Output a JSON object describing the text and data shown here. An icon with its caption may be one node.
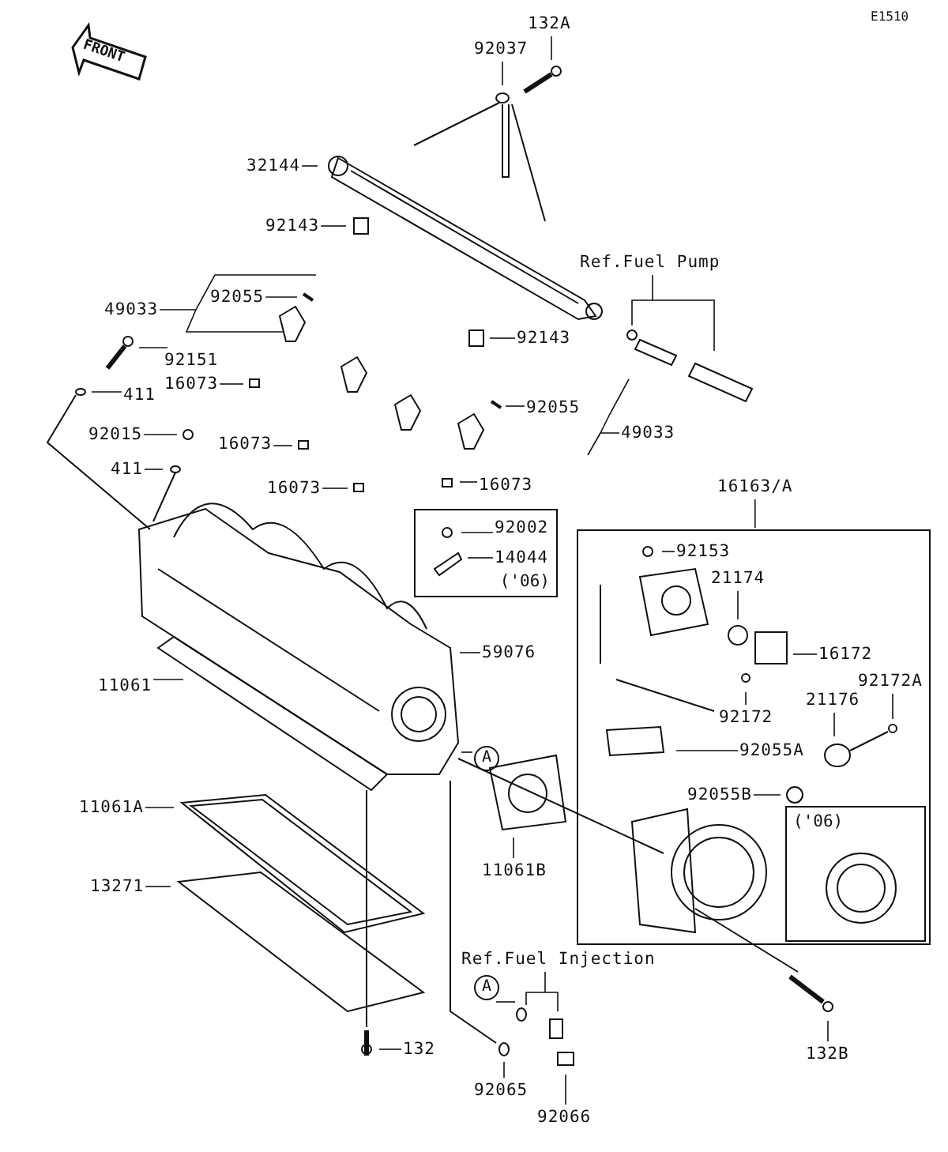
{
  "diagram": {
    "nodes": [
      {
        "text": [
          "132A"
        ]
      },
      {
        "text": [
          "92037"
        ]
      },
      {
        "text": [
          "32144"
        ]
      },
      {
        "text": [
          "92143"
        ]
      },
      {
        "text": [
          "Ref.Fuel Pump"
        ]
      },
      {
        "text": [
          "92055"
        ]
      },
      {
        "text": [
          "49033"
        ]
      },
      {
        "text": [
          "92143"
        ]
      },
      {
        "text": [
          "92151"
        ]
      },
      {
        "text": [
          "16073"
        ]
      },
      {
        "text": [
          "92055"
        ]
      },
      {
        "text": [
          "411"
        ]
      },
      {
        "text": [
          "49033"
        ]
      },
      {
        "text": [
          "92015"
        ]
      },
      {
        "text": [
          "16073"
        ]
      },
      {
        "text": [
          "411"
        ]
      },
      {
        "text": [
          "16163/A"
        ]
      },
      {
        "text": [
          "16073"
        ]
      },
      {
        "text": [
          "16073"
        ]
      },
      {
        "text": [
          "('06)"
        ]
      },
      {
        "text": [
          "92002"
        ],
        "in": 19
      },
      {
        "text": [
          "14044"
        ],
        "in": 19
      },
      {
        "text": [],
        "shape": "box"
      },
      {
        "text": [
          "92153"
        ],
        "in": 22
      },
      {
        "text": [
          "21174"
        ],
        "in": 22
      },
      {
        "text": [
          "59076"
        ]
      },
      {
        "text": [
          "16172"
        ],
        "in": 22
      },
      {
        "text": [
          "92172A"
        ],
        "in": 22
      },
      {
        "text": [
          "11061"
        ]
      },
      {
        "text": [
          "21176"
        ],
        "in": 22
      },
      {
        "text": [
          "92172"
        ],
        "in": 22
      },
      {
        "text": [
          "A"
        ]
      },
      {
        "text": [
          "92055A"
        ],
        "in": 22
      },
      {
        "text": [
          "92055B"
        ],
        "in": 22
      },
      {
        "text": [
          "('06)"
        ],
        "in": 22
      },
      {
        "text": [
          "11061A"
        ]
      },
      {
        "text": [
          "11061B"
        ]
      },
      {
        "text": [
          "13271"
        ]
      },
      {
        "text": [
          "Ref.Fuel Injection"
        ]
      },
      {
        "text": [
          "A"
        ]
      },
      {
        "text": [
          "132"
        ]
      },
      {
        "text": [
          "132B"
        ]
      },
      {
        "text": [
          "92065"
        ]
      },
      {
        "text": [
          "92066"
        ]
      }
    ],
    "edges": [
      {
        "from": 0,
        "to": null,
        "arrow": "none"
      },
      {
        "from": 1,
        "to": null,
        "arrow": "none"
      },
      {
        "from": 2,
        "to": null,
        "arrow": "none"
      },
      {
        "from": 3,
        "to": null,
        "arrow": "none"
      },
      {
        "from": 4,
        "to": null,
        "arrow": "none"
      },
      {
        "from": 5,
        "to": null,
        "arrow": "none"
      },
      {
        "from": 6,
        "to": null,
        "arrow": "none"
      },
      {
        "from": 7,
        "to": null,
        "arrow": "none"
      },
      {
        "from": 8,
        "to": null,
        "arrow": "none"
      },
      {
        "from": 9,
        "to": null,
        "arrow": "none"
      },
      {
        "from": 10,
        "to": null,
        "arrow": "none"
      },
      {
        "from": 11,
        "to": null,
        "arrow": "none"
      },
      {
        "from": 12,
        "to": null,
        "arrow": "none"
      },
      {
        "from": 13,
        "to": null,
        "arrow": "none"
      },
      {
        "from": 14,
        "to": null,
        "arrow": "none"
      },
      {
        "from": 15,
        "to": null,
        "arrow": "none"
      },
      {
        "from": 16,
        "to": 22,
        "arrow": "none"
      },
      {
        "from": 17,
        "to": null,
        "arrow": "none"
      },
      {
        "from": 18,
        "to": null,
        "arrow": "none"
      },
      {
        "from": 20,
        "to": null,
        "arrow": "none"
      },
      {
        "from": 21,
        "to": null,
        "arrow": "none"
      },
      {
        "from": 23,
        "to": null,
        "arrow": "none"
      },
      {
        "from": 24,
        "to": null,
        "arrow": "none"
      },
      {
        "from": 25,
        "to": null,
        "arrow": "none"
      },
      {
        "from": 26,
        "to": null,
        "arrow": "none"
      },
      {
        "from": 27,
        "to": null,
        "arrow": "none"
      },
      {
        "from": 28,
        "to": null,
        "arrow": "none"
      },
      {
        "from": 29,
        "to": null,
        "arrow": "none"
      },
      {
        "from": 30,
        "to": null,
        "arrow": "none"
      },
      {
        "from": 31,
        "to": null,
        "arrow": "none"
      },
      {
        "from": 32,
        "to": null,
        "arrow": "none"
      },
      {
        "from": 33,
        "to": null,
        "arrow": "none"
      },
      {
        "from": 35,
        "to": null,
        "arrow": "none"
      },
      {
        "from": 36,
        "to": null,
        "arrow": "none"
      },
      {
        "from": 37,
        "to": null,
        "arrow": "none"
      },
      {
        "from": 38,
        "to": null,
        "arrow": "none"
      },
      {
        "from": 39,
        "to": null,
        "arrow": "none"
      },
      {
        "from": 40,
        "to": null,
        "arrow": "none"
      },
      {
        "from": 41,
        "to": null,
        "arrow": "none"
      },
      {
        "from": 42,
        "to": null,
        "arrow": "none"
      },
      {
        "from": 43,
        "to": null,
        "arrow": "none"
      }
    ],
    "labels": [
      "E1510",
      "FRONT"
    ]
  }
}
